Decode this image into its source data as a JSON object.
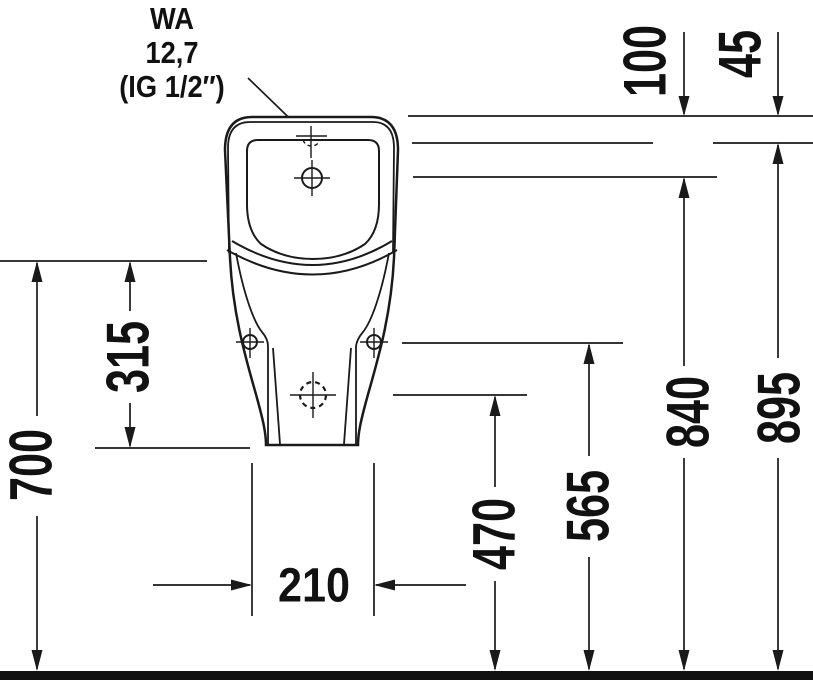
{
  "callout": {
    "line1": "WA",
    "line2": "12,7",
    "line3": "(IG 1/2″)"
  },
  "dimensions": {
    "d100": "100",
    "d45": "45",
    "d700": "700",
    "d315": "315",
    "d470": "470",
    "d565": "565",
    "d840": "840",
    "d895": "895",
    "d210": "210"
  },
  "colors": {
    "line": "#1a1a1a",
    "floor": "#111111",
    "background": "#ffffff",
    "text": "#111111"
  }
}
